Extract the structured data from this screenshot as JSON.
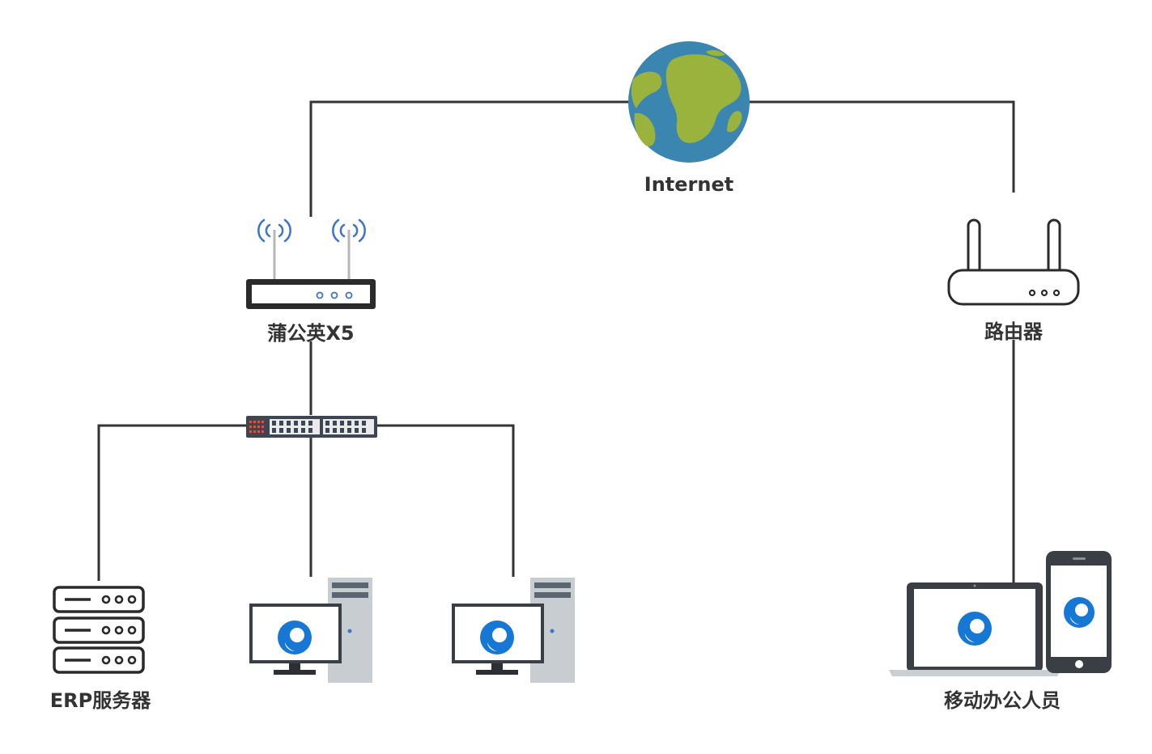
{
  "labels": {
    "internet": "Internet",
    "x5": "蒲公英X5",
    "router": "路由器",
    "erp": "ERP服务器",
    "mobile": "移动办公人员"
  },
  "colors": {
    "line": "#333333",
    "device_stroke": "#2a2a2a",
    "client_blue": "#1677d4",
    "wifi_blue": "#3f74c8",
    "globe_ocean": "#3b86b0",
    "globe_land": "#9ab33c",
    "pc_tower": "#c8cdd2",
    "switch_body": "#3d4651"
  },
  "icons": {
    "internet": "globe-icon",
    "x5": "wifi-router-icon",
    "switch": "network-switch-icon",
    "router": "router-icon",
    "erp": "server-rack-icon",
    "pc1": "desktop-pc-icon",
    "pc2": "desktop-pc-icon",
    "mobile": "laptop-phone-icon"
  }
}
